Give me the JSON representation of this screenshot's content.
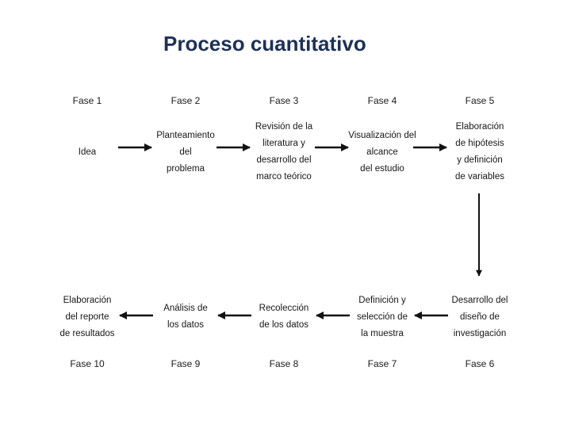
{
  "title": "Proceso cuantitativo",
  "phases_top": [
    {
      "label": "Fase 1",
      "text": "Idea"
    },
    {
      "label": "Fase 2",
      "text": "Planteamiento\ndel\nproblema"
    },
    {
      "label": "Fase 3",
      "text": "Revisión de la\nliteratura y\ndesarrollo del\nmarco teórico"
    },
    {
      "label": "Fase 4",
      "text": "Visualización del\nalcance\ndel estudio"
    },
    {
      "label": "Fase 5",
      "text": "Elaboración\nde hipótesis\ny definición\nde variables"
    }
  ],
  "phases_bottom": [
    {
      "label": "Fase 10",
      "text": "Elaboración\ndel reporte\nde resultados"
    },
    {
      "label": "Fase 9",
      "text": "Análisis de\nlos datos"
    },
    {
      "label": "Fase 8",
      "text": "Recolección\nde los datos"
    },
    {
      "label": "Fase 7",
      "text": "Definición y\nselección de\nla muestra"
    },
    {
      "label": "Fase 6",
      "text": "Desarrollo del\ndiseño de\ninvestigación"
    }
  ],
  "flow": {
    "top_row_direction": "left-to-right",
    "bottom_row_direction": "right-to-left",
    "connector": "Fase 5 to Fase 6 vertical"
  },
  "colors": {
    "background": "#ffffff",
    "title_text": "#1d3156",
    "diagram_text": "#161616",
    "arrow": "#111111"
  }
}
